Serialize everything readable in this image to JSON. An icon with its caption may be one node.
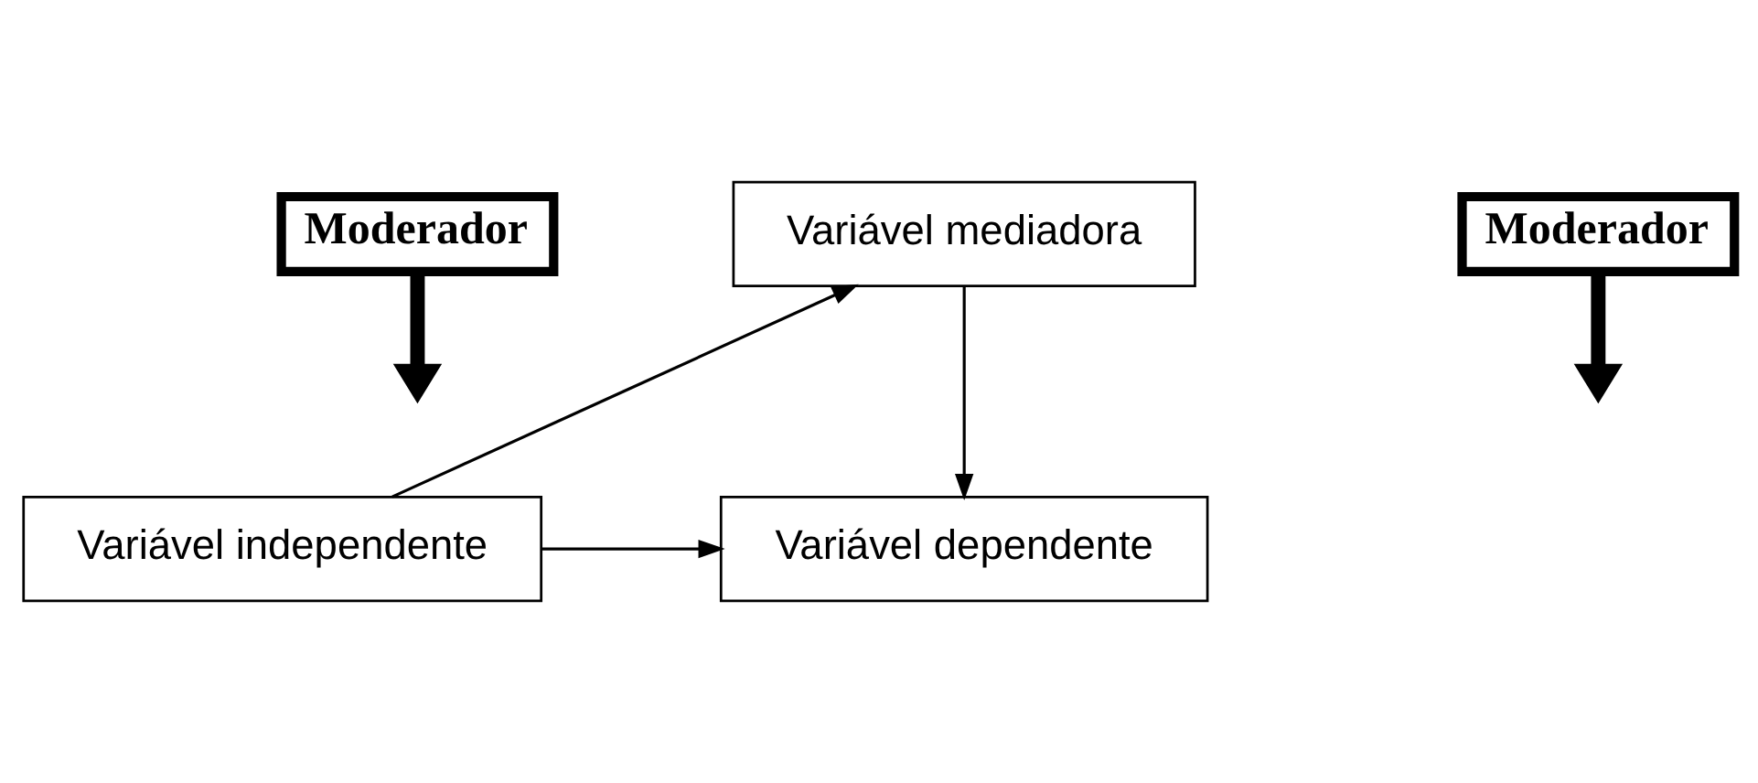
{
  "diagram": {
    "nodes": [
      {
        "text": [
          "Variável mediadora"
        ]
      },
      {
        "text": [
          "Moderador"
        ]
      },
      {
        "text": [
          "Moderador"
        ]
      },
      {
        "text": [
          "Variável independente"
        ]
      },
      {
        "text": [
          "Variável dependente"
        ]
      }
    ],
    "edges": [
      {
        "from": 3,
        "to": 0,
        "arrow": "to"
      },
      {
        "from": 0,
        "to": 4,
        "arrow": "to"
      },
      {
        "from": 3,
        "to": 4,
        "arrow": "to"
      },
      {
        "from": 1,
        "to": null,
        "arrow": "to",
        "style": "thick"
      },
      {
        "from": 2,
        "to": null,
        "arrow": "to",
        "style": "thick"
      }
    ]
  }
}
